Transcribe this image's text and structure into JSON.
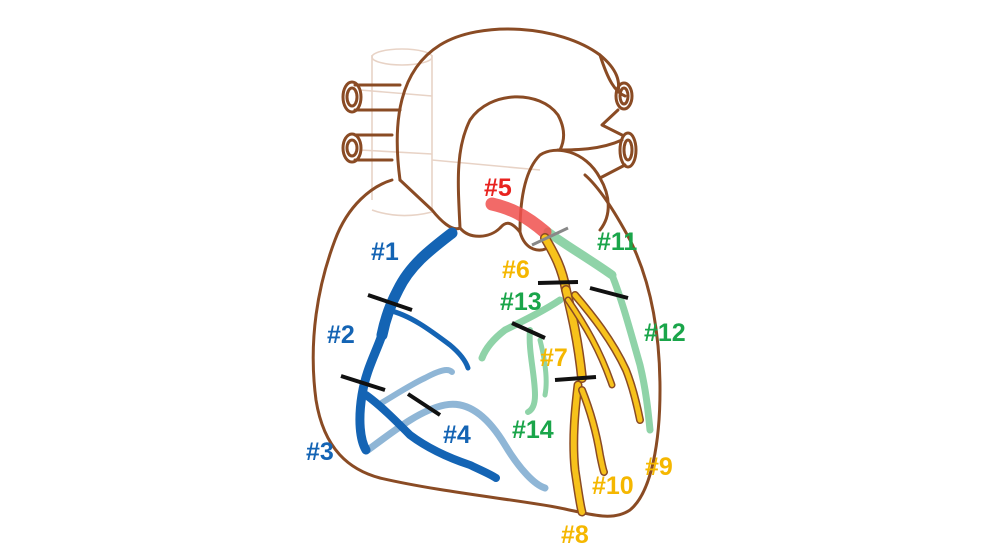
{
  "colors": {
    "outline": "#8a4b24",
    "rca": "#1464b4",
    "rca_light": "#8fb6d6",
    "lmt": "#f0504e",
    "lad": "#f7c21b",
    "lcx": "#8fd3a8",
    "divider": "#111111"
  },
  "segments": [
    {
      "id": "s1",
      "label": "#1",
      "color": "#1464b4"
    },
    {
      "id": "s2",
      "label": "#2",
      "color": "#1464b4"
    },
    {
      "id": "s3",
      "label": "#3",
      "color": "#1464b4"
    },
    {
      "id": "s4",
      "label": "#4",
      "color": "#1464b4"
    },
    {
      "id": "s5",
      "label": "#5",
      "color": "#e8231f"
    },
    {
      "id": "s6",
      "label": "#6",
      "color": "#f5b700"
    },
    {
      "id": "s7",
      "label": "#7",
      "color": "#f5b700"
    },
    {
      "id": "s8",
      "label": "#8",
      "color": "#f5b700"
    },
    {
      "id": "s9",
      "label": "#9",
      "color": "#f5b700"
    },
    {
      "id": "s10",
      "label": "#10",
      "color": "#f5b700"
    },
    {
      "id": "s11",
      "label": "#11",
      "color": "#1aa54a"
    },
    {
      "id": "s12",
      "label": "#12",
      "color": "#1aa54a"
    },
    {
      "id": "s13",
      "label": "#13",
      "color": "#1aa54a"
    },
    {
      "id": "s14",
      "label": "#14",
      "color": "#1aa54a"
    }
  ]
}
